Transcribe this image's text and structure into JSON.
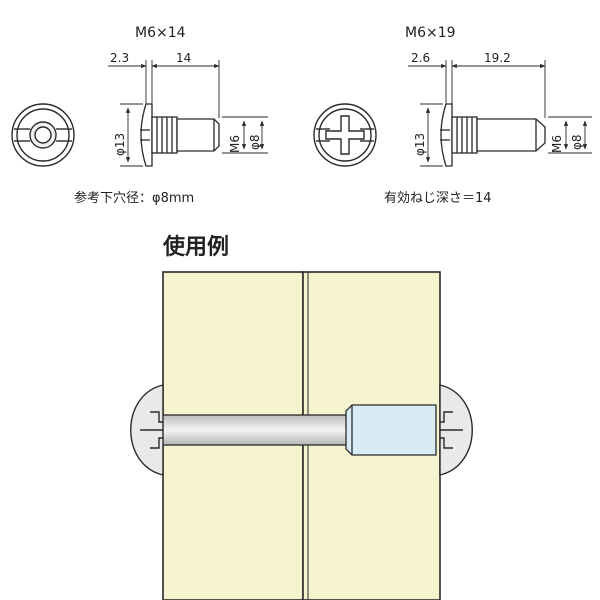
{
  "left_part": {
    "title": "M6×14",
    "dim_head": "2.3",
    "dim_length": "14",
    "dim_head_dia": "φ13",
    "dim_thread": "M6",
    "dim_outer_dia": "φ8",
    "note": "参考下穴径：φ8mm"
  },
  "right_part": {
    "title": "M6×19",
    "dim_head": "2.6",
    "dim_length": "19.2",
    "dim_head_dia": "φ13",
    "dim_thread": "M6",
    "dim_outer_dia": "φ8",
    "note": "有効ねじ深さ＝14"
  },
  "usage": {
    "heading": "使用例"
  },
  "colors": {
    "board": "#f6f3cf",
    "sleeve": "#d8ecf6",
    "metal": "#e6e6e6",
    "line": "#2a2a2a"
  }
}
